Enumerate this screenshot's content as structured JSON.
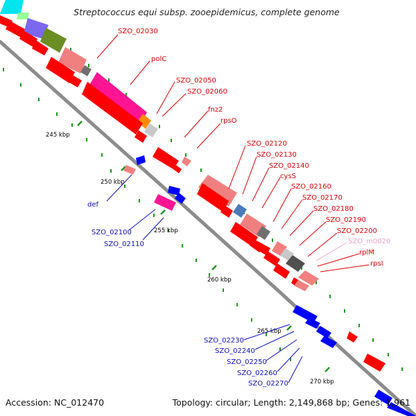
{
  "header": {
    "title": "Streptococcus equi subsp. zooepidemicus, complete genome"
  },
  "footer": {
    "accession": "Accession: NC_012470",
    "summary": "Topology: circular; Length: 2,149,868 bp; Genes: 1,961"
  },
  "map": {
    "tick_labels": [
      "245 kbp",
      "250 kbp",
      "255 kbp",
      "260 kbp",
      "265 kbp",
      "270 kbp"
    ],
    "gene_labels_red": [
      "SZO_02030",
      "polC",
      "SZO_02050",
      "SZO_02060",
      "fnz2",
      "rpsO",
      "SZO_02120",
      "SZO_02130",
      "SZO_02140",
      "cysS",
      "SZO_02160",
      "SZO_02170",
      "SZO_02180",
      "SZO_02190",
      "SZO_02200",
      "rplM",
      "rpsI"
    ],
    "gene_label_pink": "SZO_m0020",
    "gene_labels_blue": [
      "def",
      "SZO_02100",
      "SZO_02110",
      "SZO_02230",
      "SZO_02240",
      "SZO_02250",
      "SZO_02260",
      "SZO_02270"
    ],
    "colors": {
      "backbone": "#8c8c8c",
      "forward_gene": "#ff0000",
      "light_gene": "#f08080",
      "reverse_gene": "#0000ff",
      "rrna_gene": "#ff1493",
      "tick": "#1a9a1a",
      "leader_red": "#e00000",
      "leader_blue": "#1010c0",
      "leader_pink": "#f4a0c8"
    }
  }
}
